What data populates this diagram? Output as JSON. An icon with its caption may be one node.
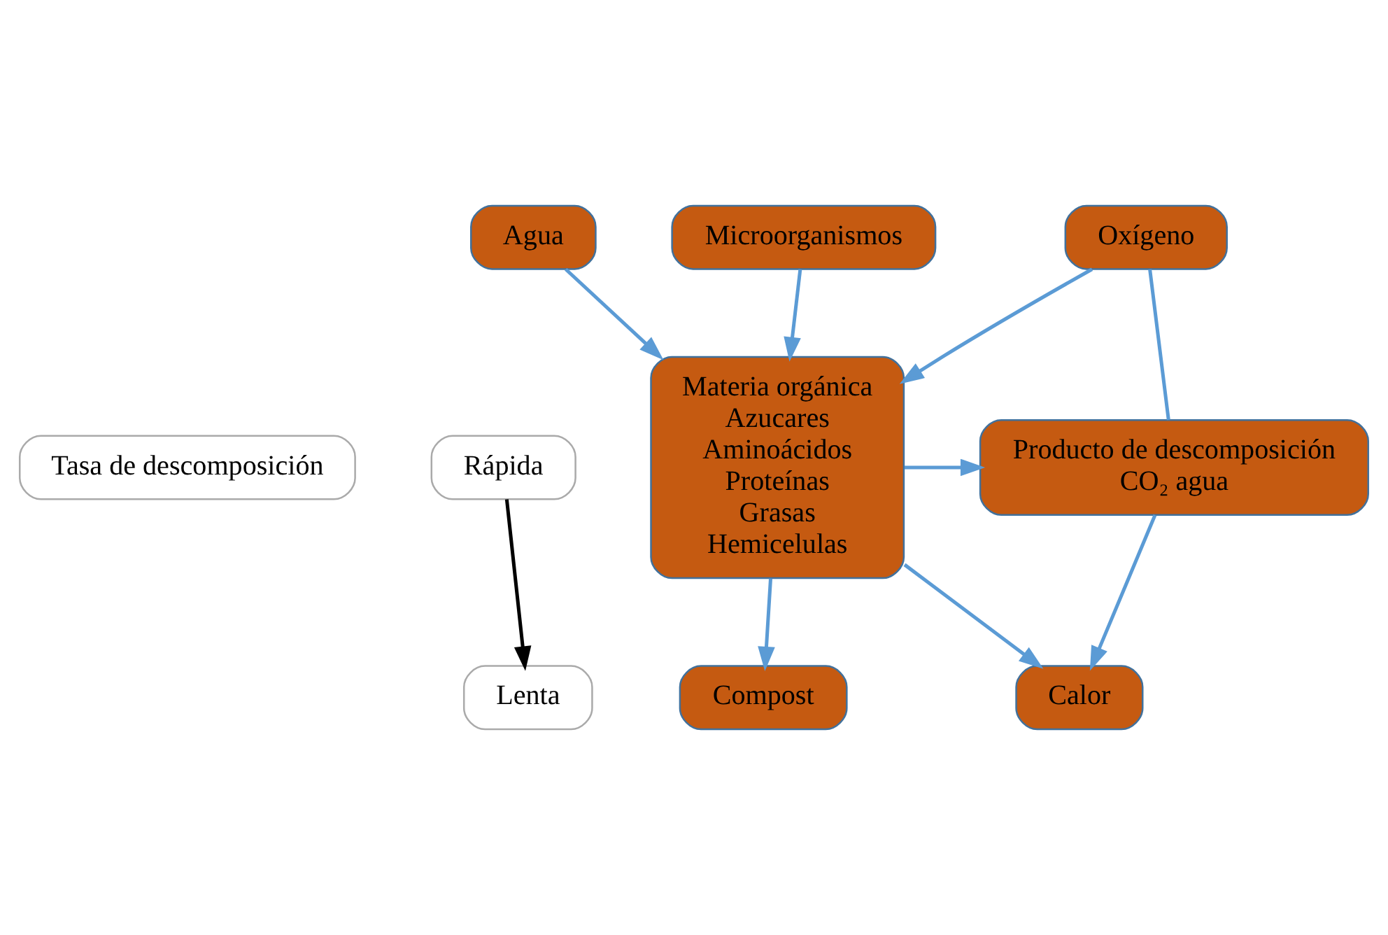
{
  "diagram": {
    "nodes": [
      {
        "text": [
          "Agua"
        ]
      },
      {
        "text": [
          "Microorganismos"
        ]
      },
      {
        "text": [
          "Oxígeno"
        ]
      },
      {
        "text": [
          "Materia orgánica",
          "Azucares",
          "Aminoácidos",
          "Proteínas",
          "Grasas",
          "Hemicelulas"
        ]
      },
      {
        "text": [
          "Producto de descomposición",
          "CO₂ agua"
        ]
      },
      {
        "text": [
          "Tasa de descomposición"
        ]
      },
      {
        "text": [
          "Rápida"
        ]
      },
      {
        "text": [
          "Lenta"
        ]
      },
      {
        "text": [
          "Compost"
        ]
      },
      {
        "text": [
          "Calor"
        ]
      }
    ],
    "edges": [
      {
        "from": 0,
        "to": 3,
        "arrow": "to"
      },
      {
        "from": 1,
        "to": 3,
        "arrow": "to"
      },
      {
        "from": 2,
        "to": 3,
        "arrow": "to"
      },
      {
        "from": 2,
        "to": 4,
        "arrow": "none"
      },
      {
        "from": 3,
        "to": 4,
        "arrow": "to"
      },
      {
        "from": 3,
        "to": 9,
        "arrow": "to"
      },
      {
        "from": 4,
        "to": 9,
        "arrow": "to"
      },
      {
        "from": 3,
        "to": 8,
        "arrow": "to"
      },
      {
        "from": 6,
        "to": 7,
        "arrow": "to",
        "color": "#000000"
      }
    ]
  }
}
